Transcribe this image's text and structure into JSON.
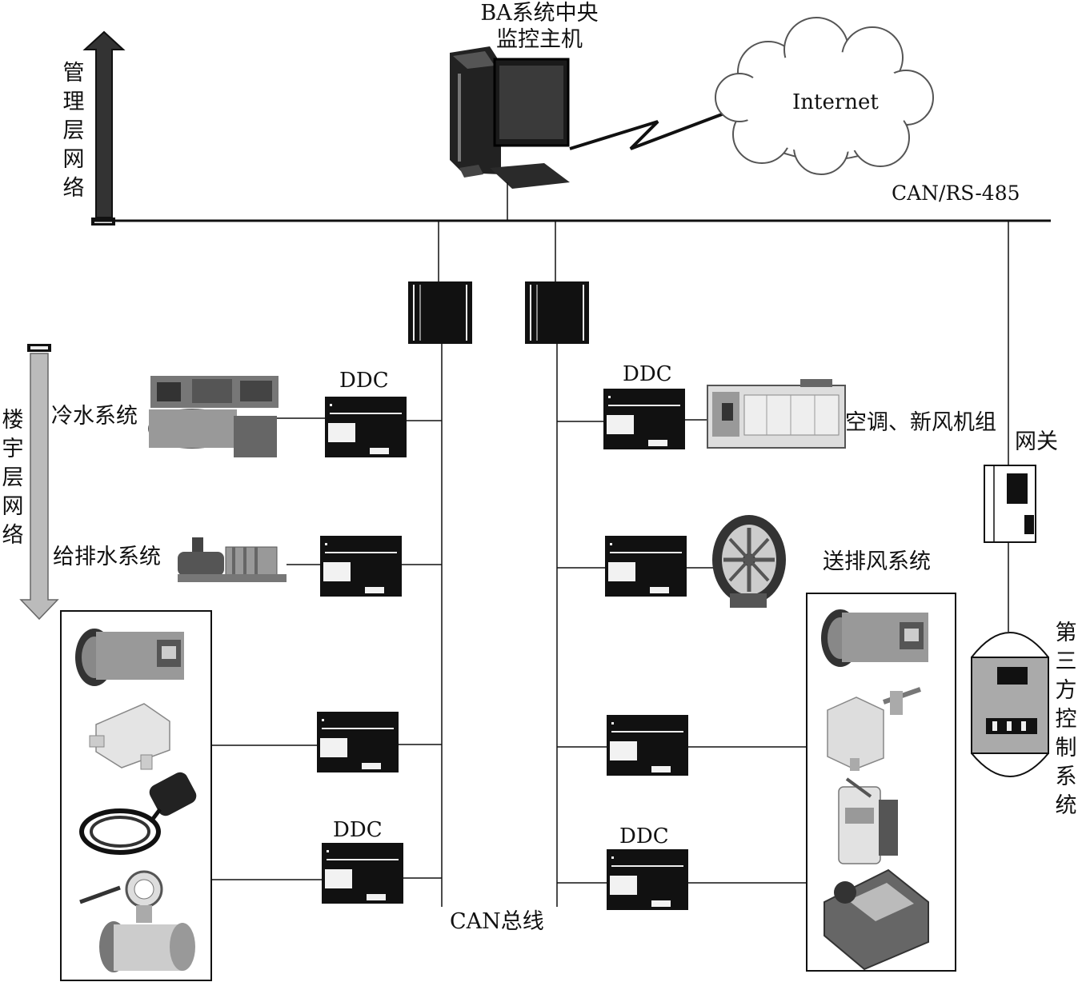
{
  "labels": {
    "central_host": "BA系统中央监控主机",
    "internet": "Internet",
    "can_rs485": "CAN/RS-485",
    "management_network": "管理层网络",
    "building_network": "楼宇层网络",
    "ddc": "DDC",
    "cold_water": "冷水系统",
    "water_supply": "给排水系统",
    "ac_fresh_air": "空调、新风机组",
    "ventilation": "送排风系统",
    "gateway": "网关",
    "third_party": "第三方控制系统",
    "can_bus": "CAN总线"
  }
}
